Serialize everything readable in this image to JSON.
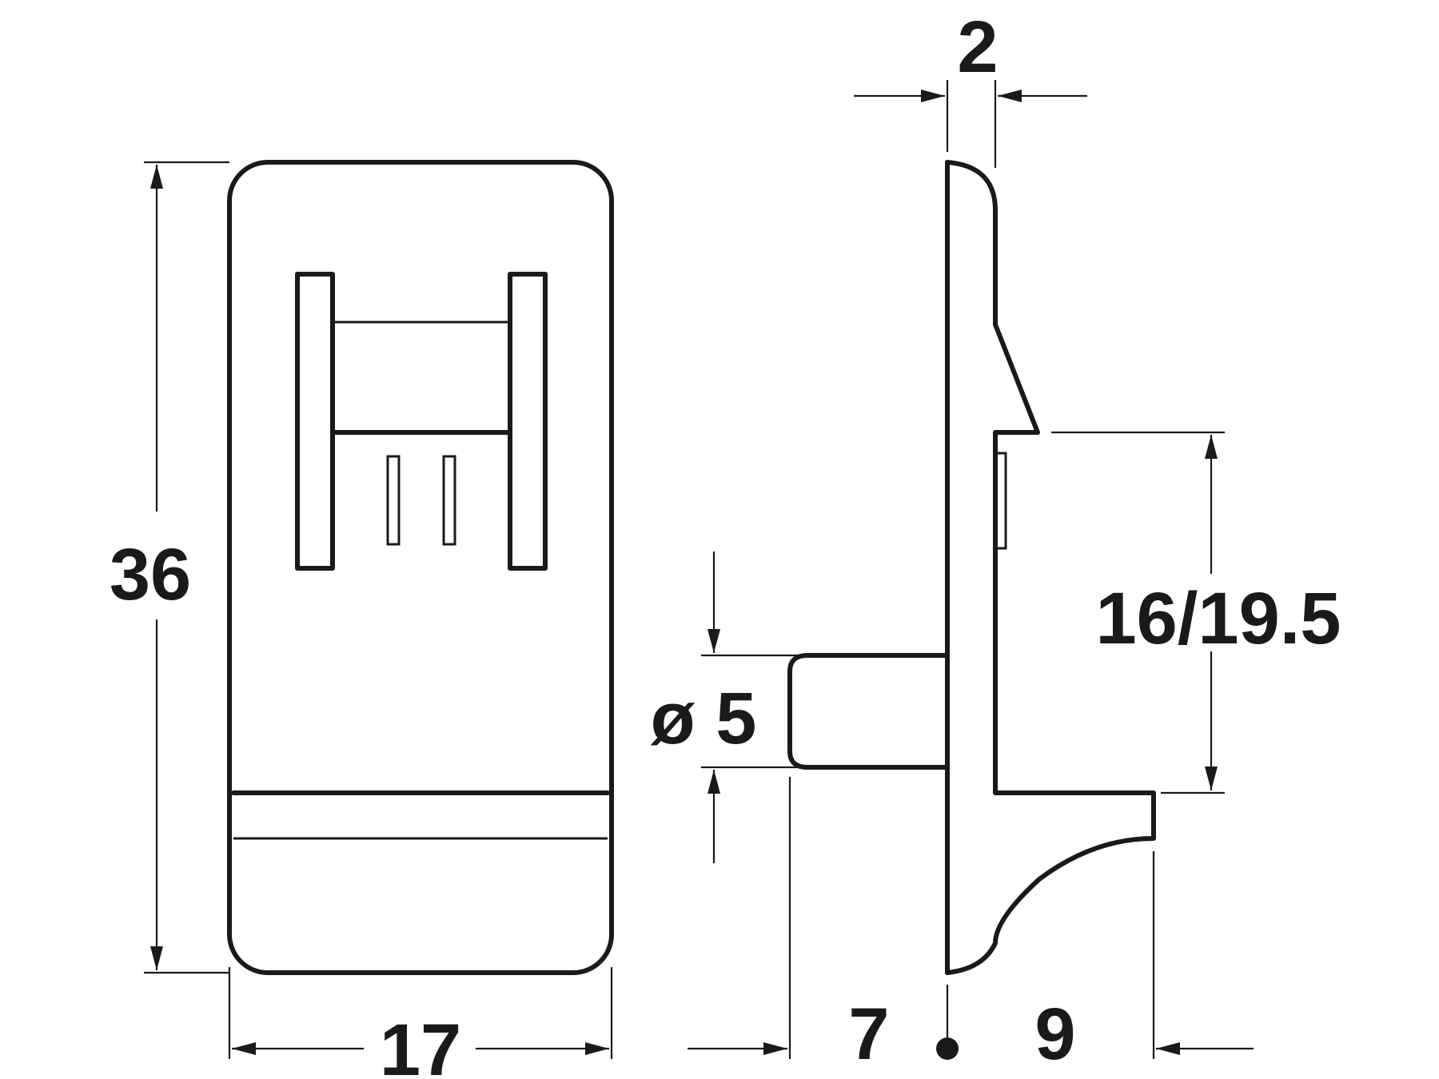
{
  "dimensions": {
    "height_label": "36",
    "width_label": "17",
    "thickness_label": "2",
    "pin_diameter_label": "ø 5",
    "pin_length_label": "7",
    "shelf_depth_label": "9",
    "support_height_label": "16/19.5"
  },
  "colors": {
    "line": "#1a1a1a",
    "background": "#ffffff"
  }
}
